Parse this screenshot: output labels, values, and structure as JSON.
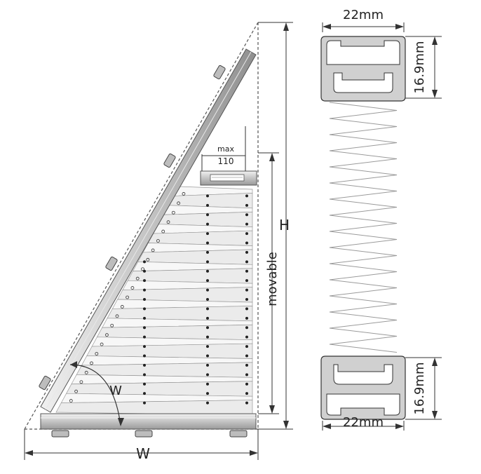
{
  "labels": {
    "H": "H",
    "W_bottom": "W",
    "W_angle": "W",
    "movable": "movable",
    "max": "max",
    "max_value": "110",
    "top_profile_width": "22mm",
    "top_profile_height": "16.9mm",
    "bottom_profile_width": "22mm",
    "bottom_profile_height": "16.9mm"
  },
  "colors": {
    "rail": "#c8c8c8",
    "rail_dark": "#8a8a8a",
    "line": "#333333",
    "pleat": "#9a9a9a"
  }
}
